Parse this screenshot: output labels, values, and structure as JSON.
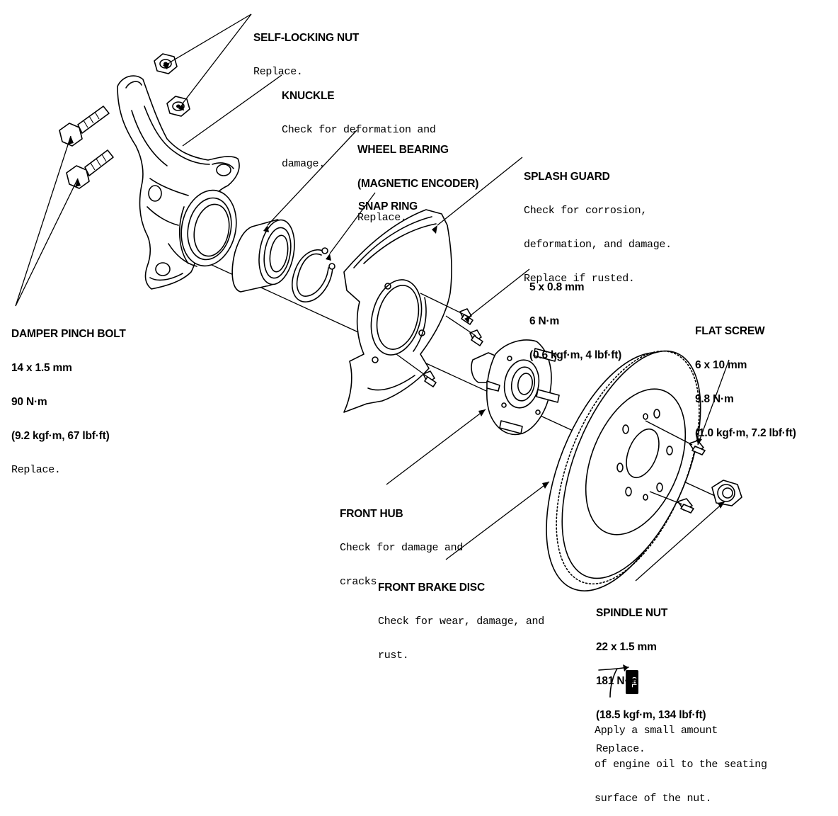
{
  "labels": {
    "self_locking_nut": {
      "title": "SELF-LOCKING NUT",
      "note": "Replace."
    },
    "knuckle": {
      "title": "KNUCKLE",
      "note_1": "Check for deformation and",
      "note_2": "damage."
    },
    "wheel_bearing": {
      "title_1": "WHEEL BEARING",
      "title_2": "(MAGNETIC ENCODER)",
      "note": "Replace."
    },
    "snap_ring": {
      "title": "SNAP RING"
    },
    "splash_guard": {
      "title": "SPLASH GUARD",
      "note_1": "Check for corrosion,",
      "note_2": "deformation, and damage.",
      "note_3": "Replace if rusted."
    },
    "splash_guard_bolt": {
      "spec_1": "5 x 0.8 mm",
      "spec_2": "6 N·m",
      "spec_3": "(0.6 kgf·m, 4 lbf·ft)"
    },
    "damper_pinch_bolt": {
      "title": "DAMPER PINCH BOLT",
      "spec_1": "14 x 1.5 mm",
      "spec_2": "90 N·m",
      "spec_3": "(9.2 kgf·m, 67 lbf·ft)",
      "note": "Replace."
    },
    "flat_screw": {
      "title": "FLAT SCREW",
      "spec_1": "6 x 10 mm",
      "spec_2": "9.8 N·m",
      "spec_3": "(1.0 kgf·m, 7.2 lbf·ft)"
    },
    "front_hub": {
      "title": "FRONT HUB",
      "note_1": "Check for damage and",
      "note_2": "cracks."
    },
    "front_brake_disc": {
      "title": "FRONT BRAKE DISC",
      "note_1": "Check for wear, damage, and",
      "note_2": "rust."
    },
    "spindle_nut": {
      "title": "SPINDLE NUT",
      "spec_1": "22 x 1.5 mm",
      "spec_2": "181 N·m",
      "spec_3": "(18.5 kgf·m, 134 lbf·ft)",
      "note": "Replace."
    },
    "oil_note": {
      "tag": "OIL",
      "line_1": "Apply a small amount",
      "line_2": "of engine oil to the seating",
      "line_3": "surface of the nut."
    }
  }
}
